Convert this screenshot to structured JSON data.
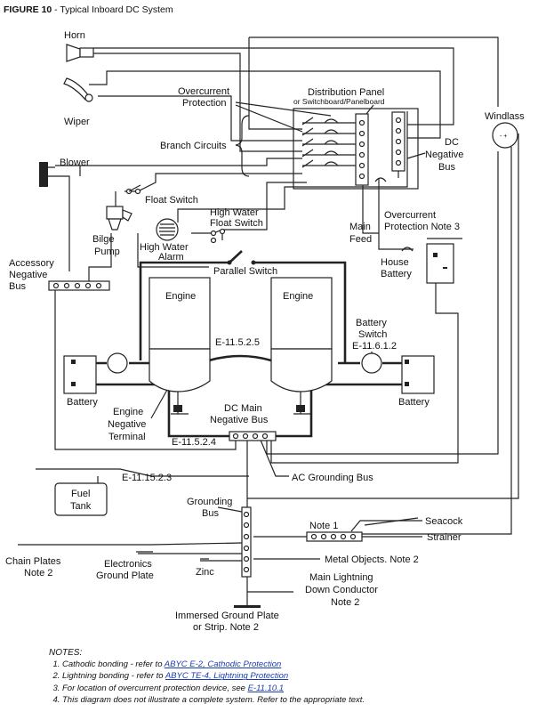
{
  "figure": {
    "label": "FIGURE 10",
    "sep": " - ",
    "title": "Typical Inboard DC System"
  },
  "labels": {
    "horn": "Horn",
    "wiper": "Wiper",
    "overcurrent1": "Overcurrent",
    "overcurrent2": "Protection",
    "dist1": "Distribution Panel",
    "dist2": "or Switchboard/Panelboard",
    "windlass": "Windlass",
    "branch": "Branch Circuits",
    "dcneg1": "DC",
    "dcneg2": "Negative",
    "dcneg3": "Bus",
    "blower": "Blower",
    "float_switch": "Float Switch",
    "hw_float1": "High Water",
    "hw_float2": "Float Switch",
    "main_feed1": "Main",
    "main_feed2": "Feed",
    "ocn3a": "Overcurrent",
    "ocn3b": "Protection Note 3",
    "bilge1": "Bilge",
    "bilge2": "Pump",
    "hw_alarm1": "High Water",
    "hw_alarm2": "Alarm",
    "house1": "House",
    "house2": "Battery",
    "acc1": "Accessory",
    "acc2": "Negative",
    "acc3": "Bus",
    "parallel": "Parallel Switch",
    "engine_l": "Engine",
    "engine_r": "Engine",
    "bs1": "Battery",
    "bs2": "Switch",
    "bs3": "E-11.6.1.2",
    "e1152_5": "E-11.5.2.5",
    "battery_l": "Battery",
    "battery_r": "Battery",
    "eng_neg1": "Engine",
    "eng_neg2": "Negative",
    "eng_neg3": "Terminal",
    "dcmain1": "DC Main",
    "dcmain2": "Negative Bus",
    "e1152_4": "E-11.5.2.4",
    "e11152_3": "E-11.15.2.3",
    "ac_ground": "AC Grounding Bus",
    "fuel1": "Fuel",
    "fuel2": "Tank",
    "gb1": "Grounding",
    "gb2": "Bus",
    "note1": "Note 1",
    "seacock": "Seacock",
    "strainer": "Strainer",
    "chain1": "Chain Plates",
    "chain2": "Note 2",
    "electronics1": "Electronics",
    "electronics2": "Ground Plate",
    "zinc": "Zinc",
    "metal": "Metal Objects. Note 2",
    "lightning1": "Main Lightning",
    "lightning2": "Down Conductor",
    "lightning3": "Note 2",
    "immersed1": "Immersed Ground Plate",
    "immersed2": "or Strip.  Note 2"
  },
  "notes": {
    "title": "NOTES:",
    "items": [
      {
        "text": "Cathodic bonding - refer to ",
        "link": "ABYC E-2, Cathodic Protection",
        "tail": ""
      },
      {
        "text": "Lightning bonding - refer to ",
        "link": "ABYC TE-4, Lightning Protection",
        "tail": ""
      },
      {
        "text": "For location of overcurrent protection device, see ",
        "link": "E-11.10.1",
        "tail": ""
      },
      {
        "text": "This diagram does not illustrate a complete system. Refer to the appropriate text.",
        "link": "",
        "tail": ""
      }
    ]
  }
}
